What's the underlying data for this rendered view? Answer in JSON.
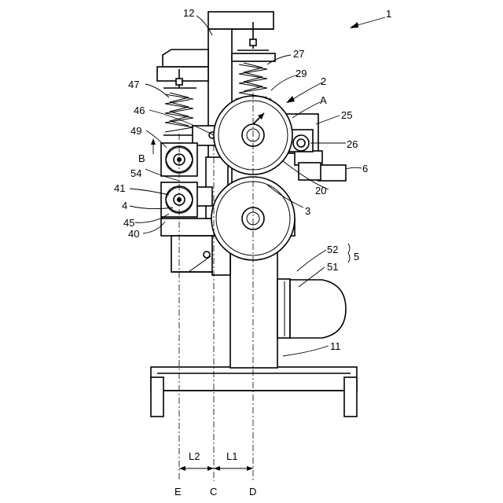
{
  "labels": {
    "n1": "1",
    "n2": "2",
    "n3": "3",
    "n4": "4",
    "n5": "5",
    "n6": "6",
    "n11": "11",
    "n12": "12",
    "n20": "20",
    "n25": "25",
    "n26": "26",
    "n27": "27",
    "n29": "29",
    "n40": "40",
    "n41": "41",
    "n45": "45",
    "n46": "46",
    "n47": "47",
    "n49": "49",
    "n51": "51",
    "n52": "52",
    "n54": "54",
    "A": "A",
    "B": "B",
    "C": "C",
    "D": "D",
    "E": "E",
    "L1": "L1",
    "L2": "L2"
  }
}
